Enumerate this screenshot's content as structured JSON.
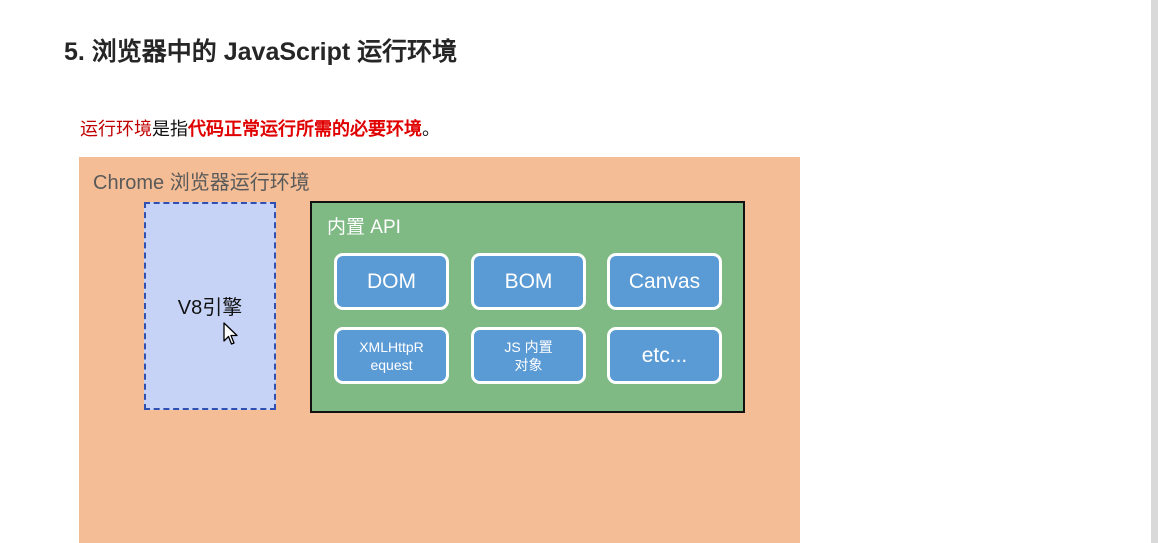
{
  "slide": {
    "title": "5. 浏览器中的 JavaScript 运行环境"
  },
  "definition": {
    "term": "运行环境",
    "connector": "是指",
    "emphasis": "代码正常运行所需的必要环境",
    "end": "。"
  },
  "diagram": {
    "chrome_label": "Chrome 浏览器运行环境",
    "engine_label": "V8引擎",
    "api_label": "内置 API",
    "api_items": {
      "dom": "DOM",
      "bom": "BOM",
      "canvas": "Canvas",
      "xhr_line1": "XMLHttpR",
      "xhr_line2": "equest",
      "js_line1": "JS 内置",
      "js_line2": "对象",
      "etc": "etc..."
    }
  },
  "colors": {
    "chrome_env": "#f4bd95",
    "engine_fill": "#c6d3f7",
    "engine_border": "#2f4fb3",
    "api_fill": "#7fb984",
    "api_item_fill": "#5b9bd5",
    "term_red": "#c00000",
    "emphasis_red": "#e00000"
  }
}
